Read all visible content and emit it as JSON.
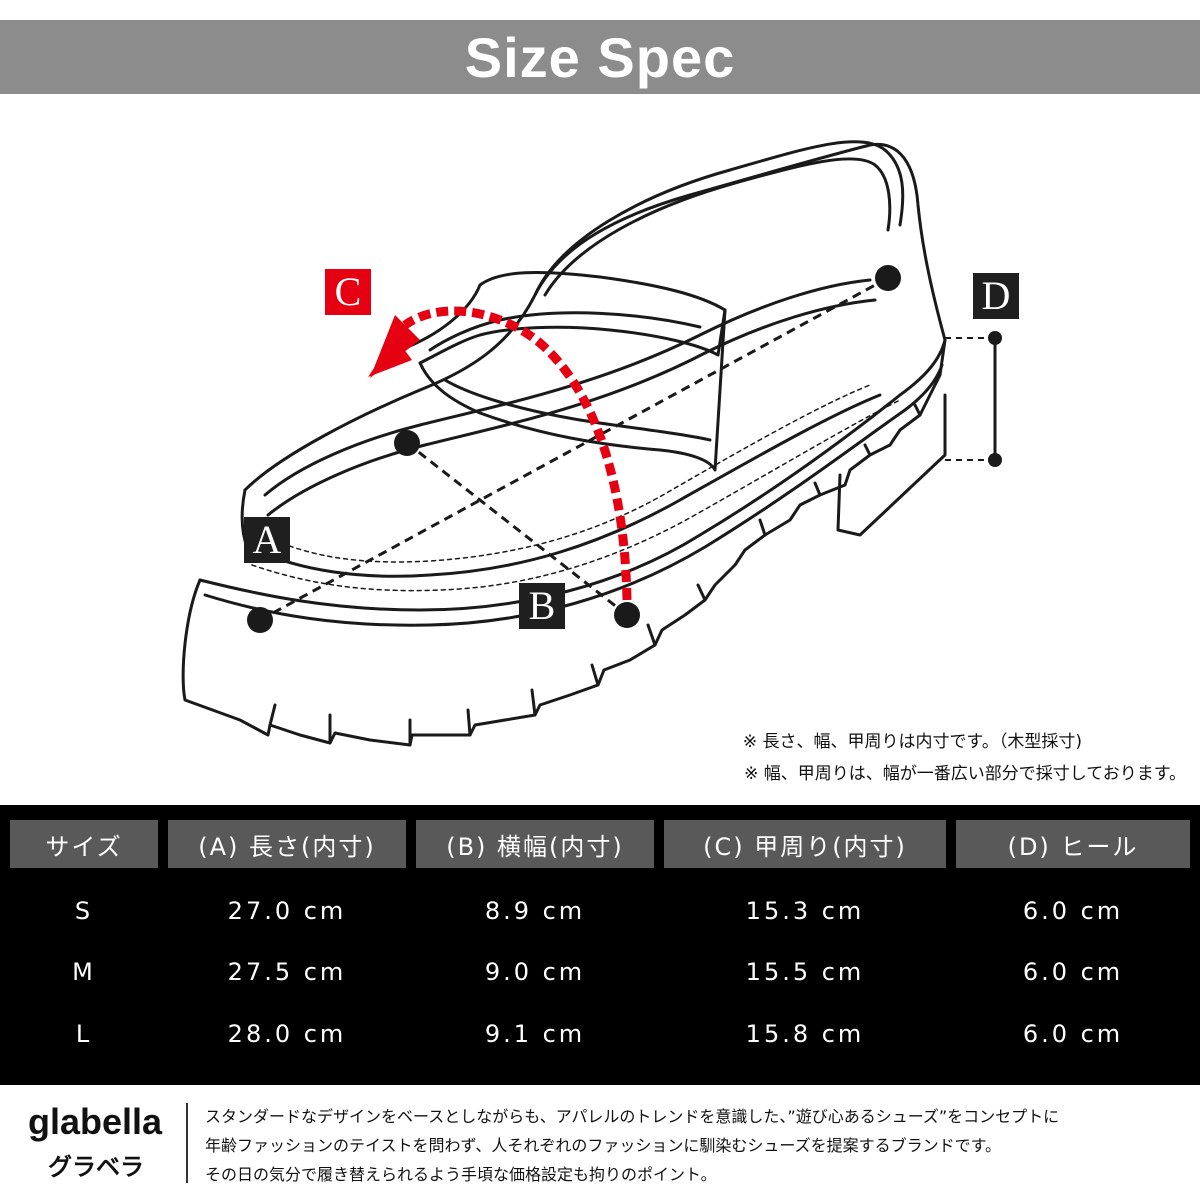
{
  "title": "Size Spec",
  "diagram": {
    "labels": {
      "a": "A",
      "b": "B",
      "c": "C",
      "d": "D"
    },
    "notes": [
      "※ 長さ、幅、甲周りは内寸です。（木型採寸)",
      "※ 幅、甲周りは、幅が一番広い部分で採寸しております。"
    ],
    "colors": {
      "accent_red": "#e50012",
      "dark": "#1f1f1f"
    }
  },
  "size_table": {
    "headers": [
      "サイズ",
      "(A) 長さ(内寸)",
      "(B) 横幅(内寸)",
      "(C) 甲周り(内寸)",
      "(D) ヒール"
    ],
    "rows": [
      [
        "S",
        "27.0 cm",
        "8.9 cm",
        "15.3 cm",
        "6.0 cm"
      ],
      [
        "M",
        "27.5 cm",
        "9.0 cm",
        "15.5 cm",
        "6.0 cm"
      ],
      [
        "L",
        "28.0 cm",
        "9.1 cm",
        "15.8 cm",
        "6.0 cm"
      ]
    ]
  },
  "brand": {
    "name_en": "glabella",
    "name_ja": "グラベラ",
    "description": [
      "スタンダードなデザインをベースとしながらも、アパレルのトレンドを意識した、”遊び心あるシューズ”をコンセプトに",
      "年齢ファッションのテイストを問わず、人それぞれのファッションに馴染むシューズを提案するブランドです。",
      "その日の気分で履き替えられるよう手頃な価格設定も拘りのポイント。"
    ]
  }
}
